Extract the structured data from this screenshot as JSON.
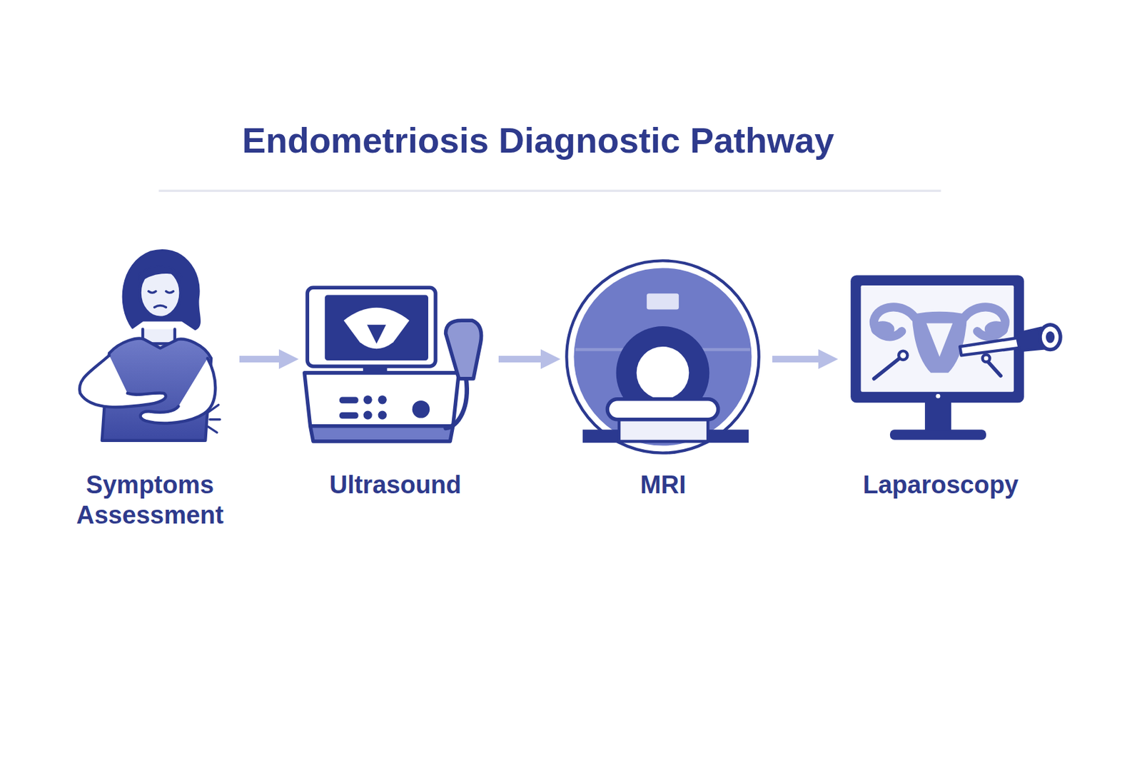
{
  "diagram": {
    "title": "Endometriosis Diagnostic Pathway",
    "nodes": [
      {
        "text": [
          "Symptoms Assessment"
        ]
      },
      {
        "text": [
          "Ultrasound"
        ]
      },
      {
        "text": [
          "MRI"
        ]
      },
      {
        "text": [
          "Laparoscopy"
        ]
      }
    ],
    "edges": [
      {
        "from": 0,
        "to": 1,
        "arrow": "to"
      },
      {
        "from": 1,
        "to": 2,
        "arrow": "to"
      },
      {
        "from": 2,
        "to": 3,
        "arrow": "to"
      }
    ]
  }
}
